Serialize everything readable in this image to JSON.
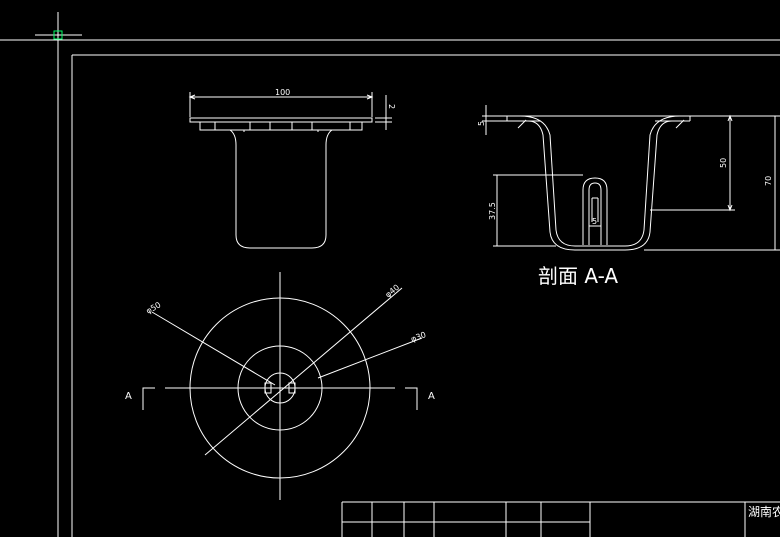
{
  "colors": {
    "background": "#000000",
    "line": "#ffffff",
    "cursor": "#00ff66"
  },
  "front_view": {
    "width_dim": "100",
    "flange_dim": "2"
  },
  "section_view": {
    "title": "剖面 A-A",
    "dim_top": "5",
    "dim_mid": "50",
    "dim_total": "70",
    "dim_inner": "37.5",
    "dim_slot": "5"
  },
  "top_view": {
    "dia_outer": "φ50",
    "dia_mid": "φ40",
    "dia_inner": "φ30",
    "section_left": "A",
    "section_right": "A"
  },
  "title_block": {
    "company": "湖南农"
  }
}
